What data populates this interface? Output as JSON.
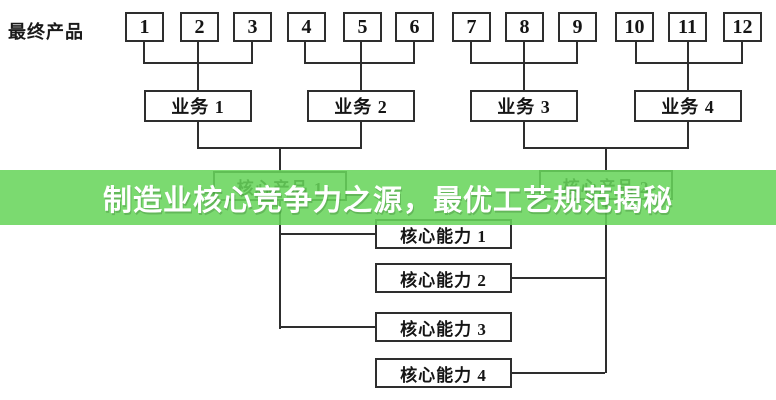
{
  "banner": {
    "title": "制造业核心竞争力之源，最优工艺规范揭秘",
    "bg_color_rgba": "rgba(103,212,91,0.87)",
    "bg_color": "#68d55c",
    "text_color": "#ffffff"
  },
  "diagram": {
    "root_label": "最终产品",
    "product_numbers": [
      "1",
      "2",
      "3",
      "4",
      "5",
      "6",
      "7",
      "8",
      "9",
      "10",
      "11",
      "12"
    ],
    "business_units": [
      "业务 1",
      "业务 2",
      "业务 3",
      "业务 4"
    ],
    "core_products": [
      "核心产品 1",
      "核心产品 2"
    ],
    "core_competences": [
      "核心能力 1",
      "核心能力 2",
      "核心能力 3",
      "核心能力 4"
    ],
    "colors": {
      "line": "#2e2e2e",
      "box_bg": "#ffffff",
      "text": "#151515"
    }
  }
}
